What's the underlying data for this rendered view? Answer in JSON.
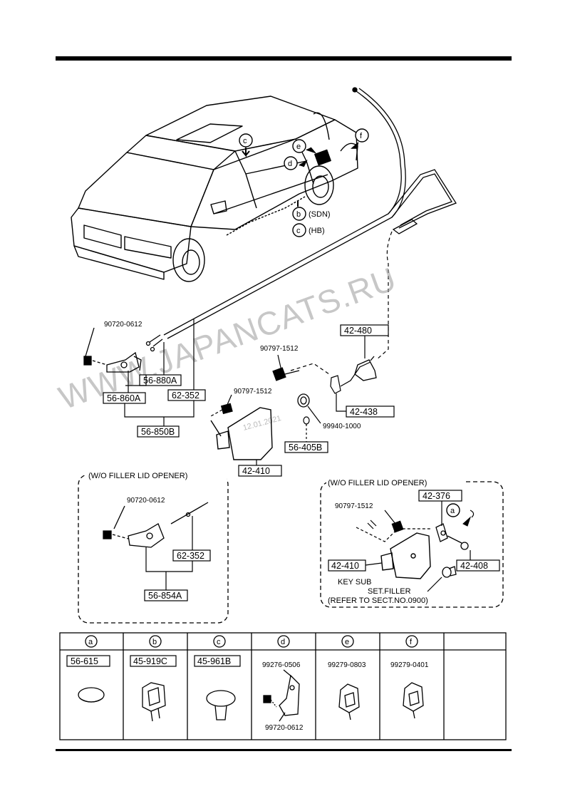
{
  "watermark": {
    "text": "WWW.JAPANCATS.RU",
    "stamp": "12.01.2021"
  },
  "car_callouts": {
    "c_top": "c",
    "e": "e",
    "f": "f",
    "d": "d",
    "b": "b",
    "b_text": "(SDN)",
    "c_bottom": "c",
    "c_text": "(HB)"
  },
  "parts": {
    "p90720_0612": "90720-0612",
    "p56_880A": "56-880A",
    "p56_860A": "56-860A",
    "p62_352": "62-352",
    "p56_850B": "56-850B",
    "p90797_1512a": "90797-1512",
    "p90797_1512b": "90797-1512",
    "p42_480": "42-480",
    "p42_438": "42-438",
    "p99940_1000": "99940-1000",
    "p56_405B": "56-405B",
    "p42_410": "42-410"
  },
  "inset_left": {
    "title": "(W/O FILLER LID OPENER)",
    "screw": "90720-0612",
    "cable": "62-352",
    "latch": "56-854A"
  },
  "inset_right": {
    "title": "(W/O FILLER LID OPENER)",
    "p42_376": "42-376",
    "screw": "90797-1512",
    "a": "a",
    "p42_410": "42-410",
    "p42_408": "42-408",
    "note1": "KEY SUB",
    "note2": "SET.FILLER",
    "note3": "(REFER TO SECT.NO.0900)"
  },
  "table": {
    "columns": [
      {
        "letter": "a",
        "part": "56-615"
      },
      {
        "letter": "b",
        "part": "45-919C"
      },
      {
        "letter": "c",
        "part": "45-961B"
      },
      {
        "letter": "d",
        "part": "99276-0506",
        "part2": "99720-0612"
      },
      {
        "letter": "e",
        "part": "99279-0803"
      },
      {
        "letter": "f",
        "part": "99279-0401"
      },
      {
        "letter": "",
        "part": ""
      }
    ]
  }
}
